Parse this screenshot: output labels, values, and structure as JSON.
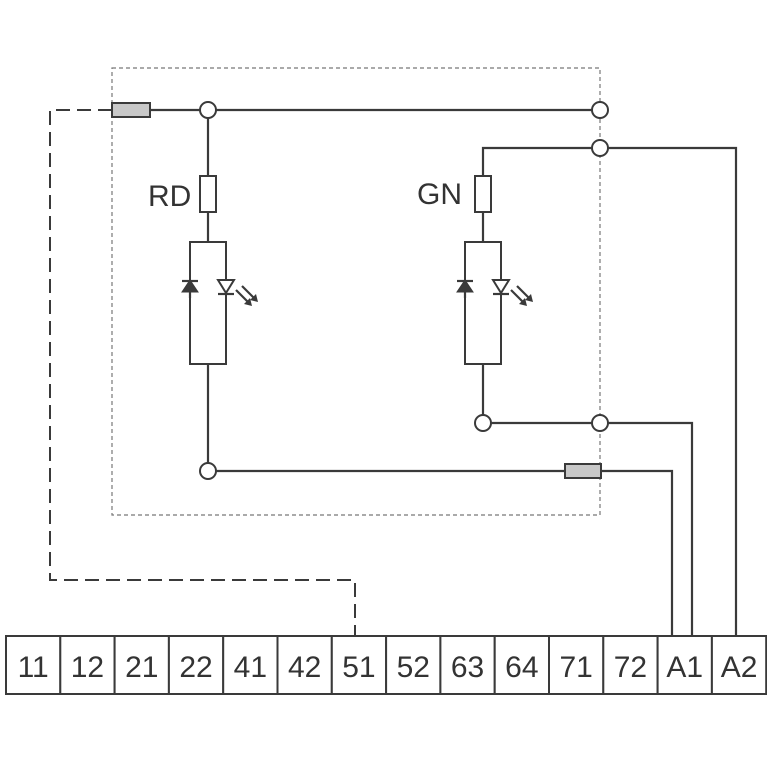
{
  "labels": {
    "red_led": "RD",
    "green_led": "GN"
  },
  "terminals": [
    "11",
    "12",
    "21",
    "22",
    "41",
    "42",
    "51",
    "52",
    "63",
    "64",
    "71",
    "72",
    "A1",
    "A2"
  ],
  "colors": {
    "line": "#3a3a3a",
    "contact_fill": "#c8c8c8",
    "frame": "#777777"
  }
}
